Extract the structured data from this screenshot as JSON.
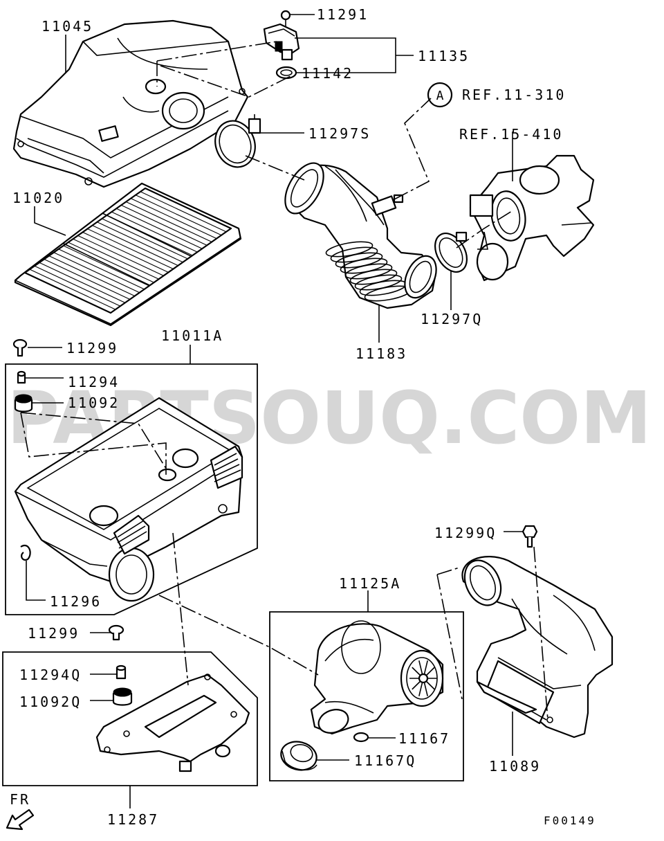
{
  "diagram_code": "F00149",
  "watermark": "PARTSOUQ.COM",
  "direction_label": "FR",
  "callout_letter": "A",
  "references": {
    "ref_a": "REF.11-310",
    "ref_b": "REF.15-410"
  },
  "parts": {
    "p11045": "11045",
    "p11291": "11291",
    "p11135": "11135",
    "p11142": "11142",
    "p11297s": "11297S",
    "p11020": "11020",
    "p11183": "11183",
    "p11297q": "11297Q",
    "p11299": "11299",
    "p11011a": "11011A",
    "p11294": "11294",
    "p11092": "11092",
    "p11296": "11296",
    "p11299b": "11299",
    "p11294q": "11294Q",
    "p11092q": "11092Q",
    "p11287": "11287",
    "p11125a": "11125A",
    "p11167": "11167",
    "p11167q": "11167Q",
    "p11299q": "11299Q",
    "p11089": "11089"
  }
}
